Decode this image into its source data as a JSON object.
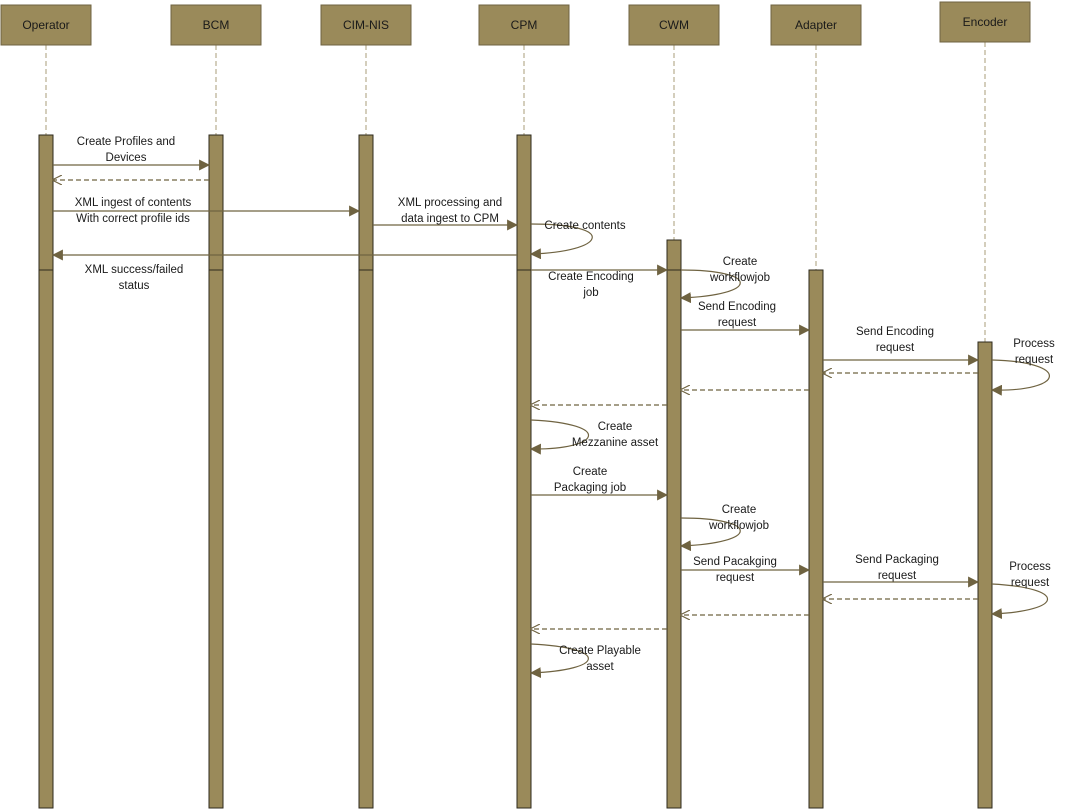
{
  "participants": [
    {
      "id": "operator",
      "name": "Operator"
    },
    {
      "id": "bcm",
      "name": "BCM"
    },
    {
      "id": "cimnis",
      "name": "CIM-NIS"
    },
    {
      "id": "cpm",
      "name": "CPM"
    },
    {
      "id": "cwm",
      "name": "CWM"
    },
    {
      "id": "adapter",
      "name": "Adapter"
    },
    {
      "id": "encoder",
      "name": "Encoder"
    }
  ],
  "messages": [
    {
      "id": "create-profiles",
      "from": "operator",
      "to": "bcm",
      "kind": "call",
      "label": [
        "Create Profiles and",
        "Devices"
      ]
    },
    {
      "id": "create-profiles-return",
      "from": "bcm",
      "to": "operator",
      "kind": "return",
      "label": []
    },
    {
      "id": "xml-ingest",
      "from": "operator",
      "to": "cimnis",
      "kind": "call",
      "label": [
        "XML ingest of contents",
        "With correct profile ids"
      ]
    },
    {
      "id": "xml-processing",
      "from": "cimnis",
      "to": "cpm",
      "kind": "call",
      "label": [
        "XML processing and",
        "data ingest to CPM"
      ]
    },
    {
      "id": "create-contents",
      "from": "cpm",
      "to": "cpm",
      "kind": "self",
      "label": [
        "Create contents"
      ]
    },
    {
      "id": "xml-status",
      "from": "cpm",
      "to": "operator",
      "kind": "call",
      "label": [
        "XML success/failed",
        "status"
      ]
    },
    {
      "id": "create-encoding-job",
      "from": "cpm",
      "to": "cwm",
      "kind": "call",
      "label": [
        "Create Encoding",
        "job"
      ]
    },
    {
      "id": "create-workflowjob-1",
      "from": "cwm",
      "to": "cwm",
      "kind": "self",
      "label": [
        "Create",
        "workflowjob"
      ]
    },
    {
      "id": "send-encoding-request-cwm",
      "from": "cwm",
      "to": "adapter",
      "kind": "call",
      "label": [
        "Send Encoding",
        "request"
      ]
    },
    {
      "id": "send-encoding-request-adapter",
      "from": "adapter",
      "to": "encoder",
      "kind": "call",
      "label": [
        "Send Encoding",
        "request"
      ]
    },
    {
      "id": "process-request-1",
      "from": "encoder",
      "to": "encoder",
      "kind": "self",
      "label": [
        "Process",
        "request"
      ]
    },
    {
      "id": "encoder-return-1",
      "from": "encoder",
      "to": "adapter",
      "kind": "return",
      "label": []
    },
    {
      "id": "adapter-return-1",
      "from": "adapter",
      "to": "cwm",
      "kind": "return",
      "label": []
    },
    {
      "id": "cwm-return-1",
      "from": "cwm",
      "to": "cpm",
      "kind": "return",
      "label": []
    },
    {
      "id": "create-mezzanine",
      "from": "cpm",
      "to": "cpm",
      "kind": "self",
      "label": [
        "Create",
        "Mezzanine asset"
      ]
    },
    {
      "id": "create-packaging-job",
      "from": "cpm",
      "to": "cwm",
      "kind": "call",
      "label": [
        "Create",
        "Packaging job"
      ]
    },
    {
      "id": "create-workflowjob-2",
      "from": "cwm",
      "to": "cwm",
      "kind": "self",
      "label": [
        "Create",
        "workflowjob"
      ]
    },
    {
      "id": "send-packaging-request-cwm",
      "from": "cwm",
      "to": "adapter",
      "kind": "call",
      "label": [
        "Send Pacakging",
        "request"
      ]
    },
    {
      "id": "send-packaging-request-adapter",
      "from": "adapter",
      "to": "encoder",
      "kind": "call",
      "label": [
        "Send Packaging",
        "request"
      ]
    },
    {
      "id": "process-request-2",
      "from": "encoder",
      "to": "encoder",
      "kind": "self",
      "label": [
        "Process",
        "request"
      ]
    },
    {
      "id": "encoder-return-2",
      "from": "encoder",
      "to": "adapter",
      "kind": "return",
      "label": []
    },
    {
      "id": "adapter-return-2",
      "from": "adapter",
      "to": "cwm",
      "kind": "return",
      "label": []
    },
    {
      "id": "cwm-return-2",
      "from": "cwm",
      "to": "cpm",
      "kind": "return",
      "label": []
    },
    {
      "id": "create-playable",
      "from": "cpm",
      "to": "cpm",
      "kind": "self",
      "label": [
        "Create Playable",
        "asset"
      ]
    }
  ],
  "colors": {
    "box_fill": "#9a8a5a",
    "line": "#6f6341",
    "lifeline": "#a89c7a"
  }
}
